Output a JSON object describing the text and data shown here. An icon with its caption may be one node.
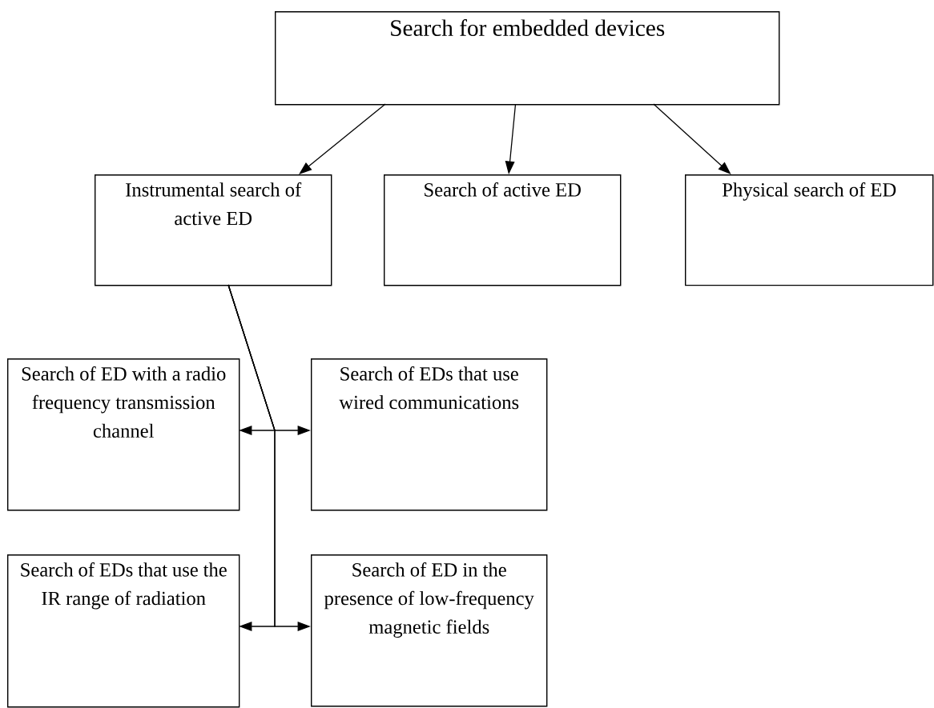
{
  "diagram": {
    "nodes": [
      {
        "text": [
          "Search for embedded devices"
        ]
      },
      {
        "text": [
          "Instrumental search of active ED"
        ]
      },
      {
        "text": [
          "Search of active ED"
        ]
      },
      {
        "text": [
          "Physical search of ED"
        ]
      },
      {
        "text": [
          "Search of ED with a radio frequency transmission channel"
        ]
      },
      {
        "text": [
          "Search of EDs that use wired communications"
        ]
      },
      {
        "text": [
          "Search of EDs that use the IR range of radiation"
        ]
      },
      {
        "text": [
          "Search of ED in the presence of low-frequency magnetic fields"
        ]
      }
    ],
    "edges": [
      {
        "from": 0,
        "to": 1,
        "arrow": "to"
      },
      {
        "from": 0,
        "to": 2,
        "arrow": "to"
      },
      {
        "from": 0,
        "to": 3,
        "arrow": "to"
      },
      {
        "from": 1,
        "to": 4,
        "arrow": "to"
      },
      {
        "from": 1,
        "to": 5,
        "arrow": "to"
      },
      {
        "from": 1,
        "to": 6,
        "arrow": "to"
      },
      {
        "from": 1,
        "to": 7,
        "arrow": "to"
      }
    ]
  }
}
